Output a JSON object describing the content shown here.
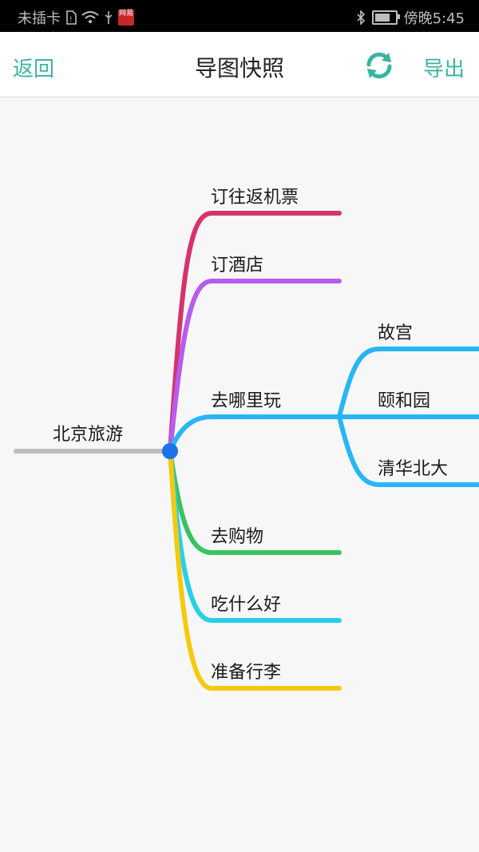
{
  "status_bar": {
    "carrier": "未插卡",
    "app_badge": "网易",
    "time": "傍晚5:45"
  },
  "header": {
    "back_label": "返回",
    "title": "导图快照",
    "export_label": "导出",
    "refresh_icon": "refresh-icon"
  },
  "mindmap": {
    "root": "北京旅游",
    "branches": [
      {
        "label": "订往返机票",
        "color": "#d6336c"
      },
      {
        "label": "订酒店",
        "color": "#b65cf0"
      },
      {
        "label": "去哪里玩",
        "color": "#28b6f6",
        "children": [
          "故宫",
          "颐和园",
          "清华北大"
        ]
      },
      {
        "label": "去购物",
        "color": "#3ac261"
      },
      {
        "label": "吃什么好",
        "color": "#26d1e6"
      },
      {
        "label": "准备行李",
        "color": "#f6c90e"
      }
    ]
  },
  "colors": {
    "accent": "#3bb3a3",
    "root_line": "#bdbdbd",
    "node_dot": "#1a73e8"
  }
}
